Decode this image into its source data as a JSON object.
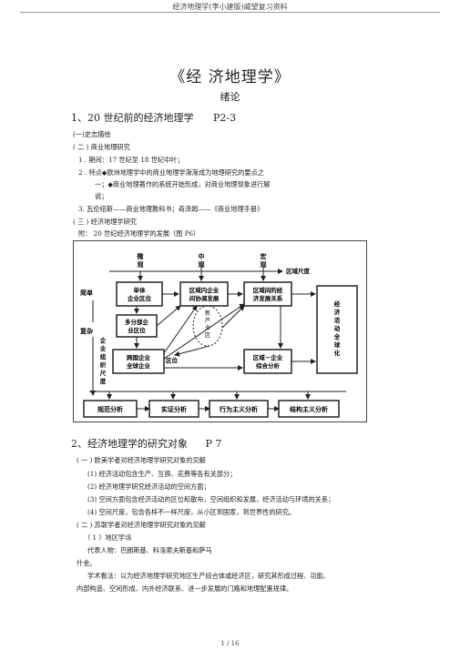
{
  "header": "经济地理学(李小建版)威望复习资料",
  "title": "《经 济地理学》",
  "subtitle": "绪论",
  "sec1": {
    "heading": "1、20 世纪前的经济地理学",
    "pages": "P2-3",
    "items": [
      "(一)史志描绘",
      "( 二 ) 商业地理研究",
      "1 . 期间：17    世纪至    18  世纪中叶；",
      "2 . 特点◆欧洲地理学中的商业地理学渐渐成为地理研究的要点之",
      "一；◆商业地理著作的系统开始形成，对商业地理现象进行解",
      "说；",
      "3.  瓦伦纽斯——商业地理教科书；奇泽姆——《商业地理手册》",
      "( 三 ) 经济地理学研究",
      "附： 20  世纪经济地理学的发展（图       P6）"
    ]
  },
  "diagram": {
    "top_labels": [
      "微\n观",
      "中\n观",
      "宏\n观"
    ],
    "region_scale": "区域尺度",
    "simple": "简单",
    "complex": "复杂",
    "org_scale": "企\n业\n组\n织\n尺\n度",
    "boxes": {
      "single": "单体\n企业区位",
      "intra": "区域内企业\n间协调发展",
      "inter": "区域间的经\n济发展关系",
      "multi": "多分部企\n业区位",
      "transnational": "跨国企业\n全球企业",
      "location": "区位",
      "region_firm": "区域－企业\n综合分析",
      "global": "经\n济\n活\n动\n全\n球\n化"
    },
    "middle_circle": "新\n产\n业\n区",
    "bottom": [
      "规范分析",
      "实证分析",
      "行为主义分析",
      "结构主义分析"
    ]
  },
  "sec2": {
    "heading": "2、经济地理学的研究对象",
    "pages": "P 7",
    "items": [
      "( 一 ) 欧美学者对经济地理学研究对象的见解",
      "(1)  经济活动包含生产、互换、花费等各有关部分；",
      "(2)  经济地理学研究经济活动的空间方面；",
      "(3)  空间方面包含经济活动的区位和散布，空间组织和发展，经济活动与环境的关系；",
      "(4)  空间尺度，包含各样不一样尺度，从小区到国家，到世界性的研究。",
      "( 二 ) 苏联学者对经济地理学研究对象的见解",
      "（ 1 ）地区学派",
      "代表人物：巴朗斯基、科洛索夫斯基和萨马",
      "什金。",
      "学术看法：以为经济地理学研究地区生产综合体或经济区，研究其形成过程、功能、",
      "内部构造、空间形成、内外经济联系、进一步发展的门路和地理配置规律。"
    ]
  },
  "footer": "1 / 16"
}
